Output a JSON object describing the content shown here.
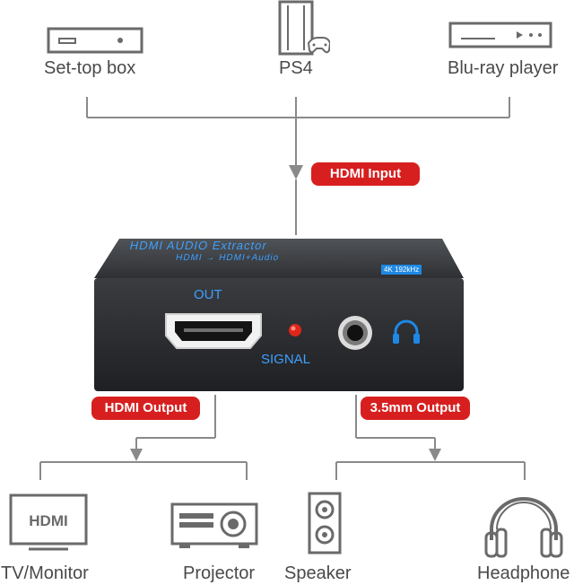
{
  "sources": [
    {
      "label": "Set-top box",
      "icon": "set-top-box-icon"
    },
    {
      "label": "PS4",
      "icon": "ps4-console-icon"
    },
    {
      "label": "Blu-ray player",
      "icon": "bluray-player-icon"
    }
  ],
  "badges": {
    "hdmi_input": "HDMI Input",
    "hdmi_output": "HDMI Output",
    "audio_output": "3.5mm Output"
  },
  "device": {
    "title": "HDMI AUDIO Extractor",
    "subtitle": "HDMI → HDMI+Audio",
    "spec_badge": "4K 192kHz",
    "out_label": "OUT",
    "signal_label": "SIGNAL",
    "body_color": "#2b2d30",
    "accent_color": "#1e88e5",
    "led_color": "#e0261b"
  },
  "outputs": [
    {
      "label": "TV/Monitor",
      "icon": "tv-monitor-icon",
      "screen_text": "HDMI"
    },
    {
      "label": "Projector",
      "icon": "projector-icon"
    },
    {
      "label": "Speaker",
      "icon": "speaker-icon"
    },
    {
      "label": "Headphone",
      "icon": "headphone-icon"
    }
  ],
  "colors": {
    "line": "#8a8a8a",
    "badge": "#d71f1f",
    "icon": "#6a6a6a"
  }
}
